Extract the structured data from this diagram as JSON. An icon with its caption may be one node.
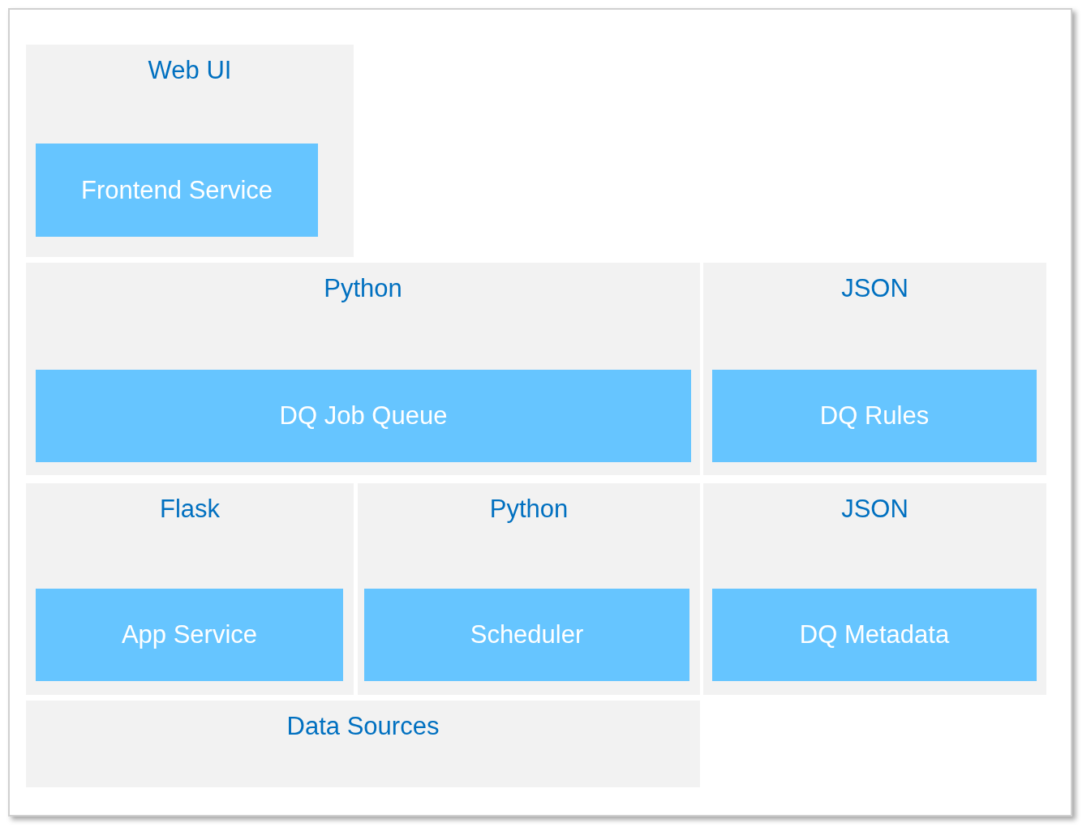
{
  "diagram": {
    "nodes": [
      {
        "text": [
          "Web UI"
        ]
      },
      {
        "text": [
          "Frontend Service"
        ],
        "in": 0
      },
      {
        "text": [
          "Python"
        ]
      },
      {
        "text": [
          "DQ Job Queue"
        ],
        "in": 2
      },
      {
        "text": [
          "JSON"
        ]
      },
      {
        "text": [
          "DQ Rules"
        ],
        "in": 4
      },
      {
        "text": [
          "Flask"
        ]
      },
      {
        "text": [
          "App Service"
        ],
        "in": 6
      },
      {
        "text": [
          "Python"
        ]
      },
      {
        "text": [
          "Scheduler"
        ],
        "in": 8
      },
      {
        "text": [
          "JSON"
        ]
      },
      {
        "text": [
          "DQ Metadata"
        ],
        "in": 10
      },
      {
        "text": [
          "Data Sources"
        ]
      }
    ]
  }
}
